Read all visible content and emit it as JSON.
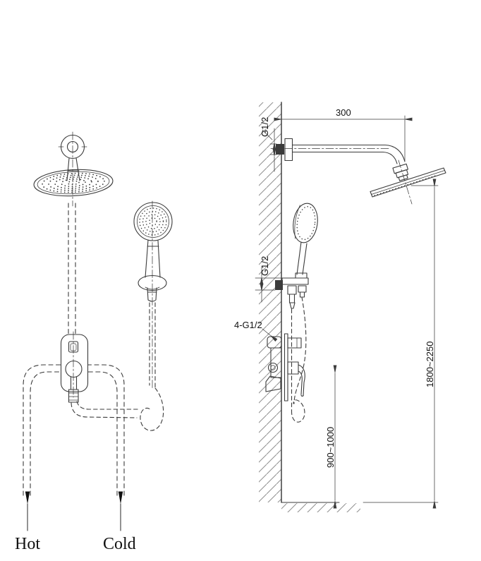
{
  "drawing": {
    "type": "shower-set-installation-technical-drawing",
    "labels": {
      "arm_length_mm": "300",
      "arm_thread": "G1/2",
      "holder_thread": "G1/2",
      "valve_thread": "4-G1/2",
      "head_height_range_mm": "1800~2250",
      "valve_height_range_mm": "900~1000",
      "hot": "Hot",
      "cold": "Cold"
    },
    "colors": {
      "line": "#3b3b3b",
      "hatch": "#909090",
      "text": "#111111",
      "background": "#ffffff"
    }
  }
}
